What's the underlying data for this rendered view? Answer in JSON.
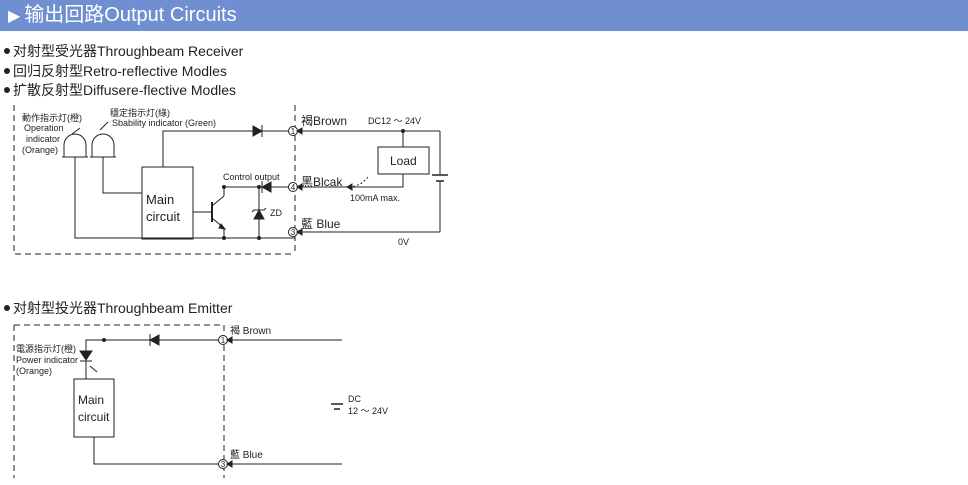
{
  "header": {
    "title": "输出回路Output Circuits"
  },
  "receiver_list": [
    "对射型受光器Throughbeam Receiver",
    "回归反射型Retro-reflective Modles",
    "扩散反射型Diffusere-flective Modles"
  ],
  "emitter_heading": "对射型投光器Throughbeam Emitter",
  "receiver": {
    "op_indicator": [
      "動作指示灯(橙)",
      "Operation",
      "indicator",
      "(Orange)"
    ],
    "stab_indicator": [
      "穩定指示灯(綠)",
      "Sbability indicator (Green)"
    ],
    "main_circuit": [
      "Main",
      "circuit"
    ],
    "control_output": "Control output",
    "zd": "ZD",
    "terminals": {
      "t1": "1",
      "t4": "4",
      "t3": "3"
    },
    "brown": "褐Brown",
    "black": "黑Blcak",
    "blue": "藍 Blue",
    "supply": "DC12 ～ 24V",
    "load": "Load",
    "current": "100mA max.",
    "zero_v": "0V"
  },
  "emitter": {
    "power_indicator": [
      "電源指示灯(橙)",
      "Power indicator",
      "(Orange)"
    ],
    "main_circuit": [
      "Main",
      "circuit"
    ],
    "brown": "褐 Brown",
    "blue": "藍 Blue",
    "terminals": {
      "t1": "1",
      "t3": "3"
    },
    "supply": [
      "DC",
      "12 ～ 24V"
    ]
  }
}
